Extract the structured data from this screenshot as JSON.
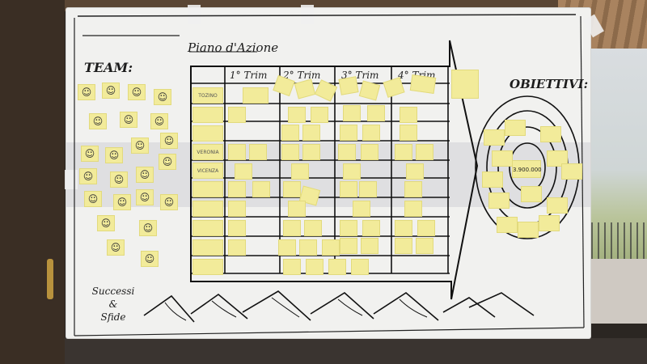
{
  "board": {
    "title": "Piano d'Azione",
    "team_label": "TEAM:",
    "objectives_label": "OBIETTIVI:",
    "footer_label_lines": [
      "Successi",
      "&",
      "Sfide"
    ],
    "quarters": [
      "1° Trim",
      "2° Trim",
      "3° Trim",
      "4° Trim"
    ],
    "team_rows": [
      "TOZINO",
      "",
      "",
      "VERONIA",
      "VICENZA",
      "",
      "",
      "",
      "",
      ""
    ],
    "target_center": "3.900.000",
    "target_labels": [
      "",
      "",
      "",
      ""
    ],
    "colors": {
      "paper": "#f1f1ef",
      "sticky": "#f2eb9a",
      "ink": "#1c1c1c"
    }
  }
}
